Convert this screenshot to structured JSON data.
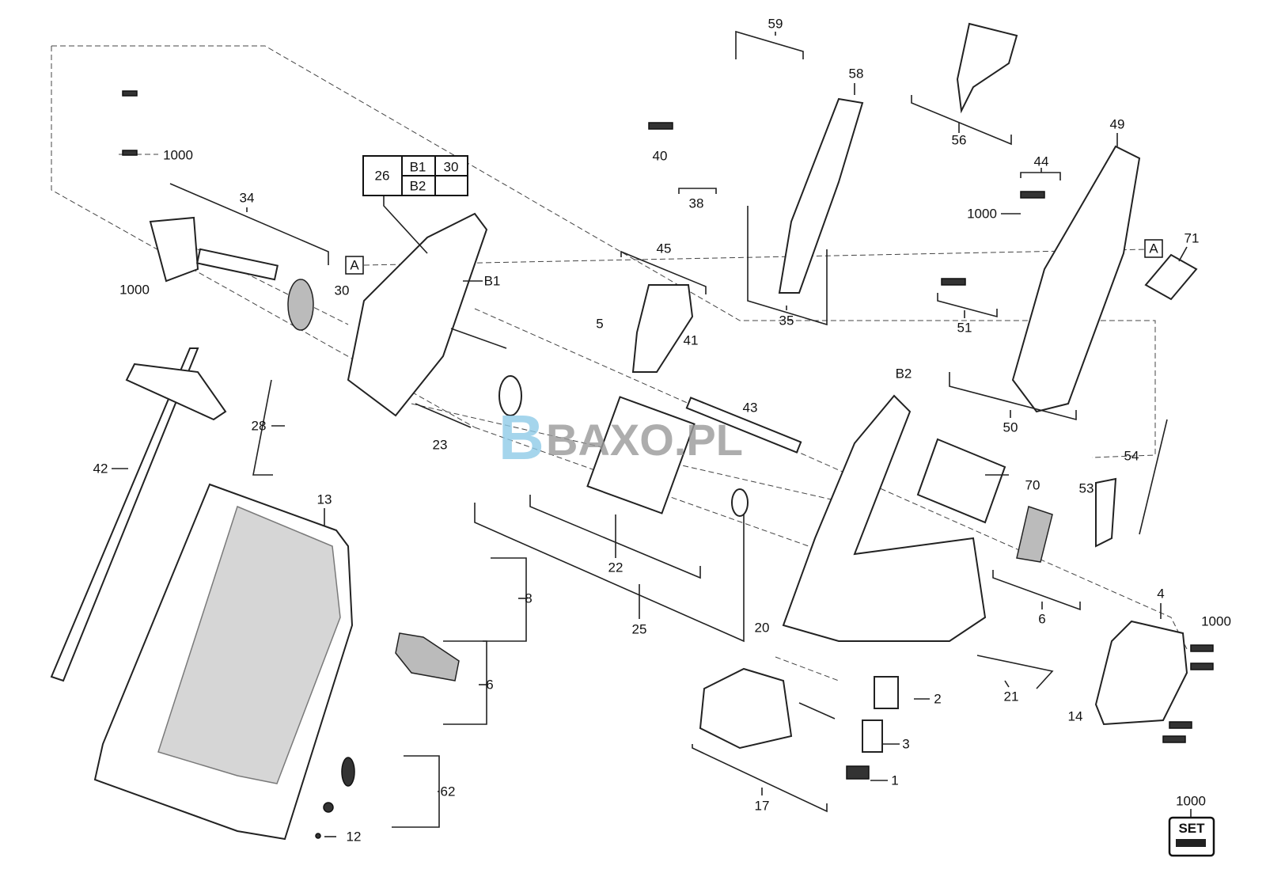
{
  "diagram": {
    "watermark": {
      "logo_letter": "B",
      "text": "BAXO.PL"
    },
    "set_icon_label": "SET",
    "callouts": [
      {
        "text": "59"
      },
      {
        "text": "58"
      },
      {
        "text": "56"
      },
      {
        "text": "49"
      },
      {
        "text": "44"
      },
      {
        "text": "1000"
      },
      {
        "text": "A"
      },
      {
        "text": "71"
      },
      {
        "text": "40"
      },
      {
        "text": "38"
      },
      {
        "text": "35"
      },
      {
        "text": "51"
      },
      {
        "text": "50"
      },
      {
        "text": "26"
      },
      {
        "text": "B1"
      },
      {
        "text": "30"
      },
      {
        "text": "B2"
      },
      {
        "text": "34"
      },
      {
        "text": "1000"
      },
      {
        "text": "1000"
      },
      {
        "text": "A"
      },
      {
        "text": "30"
      },
      {
        "text": "B1"
      },
      {
        "text": "45"
      },
      {
        "text": "5"
      },
      {
        "text": "41"
      },
      {
        "text": "43"
      },
      {
        "text": "B2"
      },
      {
        "text": "28"
      },
      {
        "text": "23"
      },
      {
        "text": "42"
      },
      {
        "text": "13"
      },
      {
        "text": "22"
      },
      {
        "text": "25"
      },
      {
        "text": "70"
      },
      {
        "text": "54"
      },
      {
        "text": "53"
      },
      {
        "text": "6"
      },
      {
        "text": "8"
      },
      {
        "text": "6"
      },
      {
        "text": "20"
      },
      {
        "text": "4"
      },
      {
        "text": "1000"
      },
      {
        "text": "2"
      },
      {
        "text": "21"
      },
      {
        "text": "14"
      },
      {
        "text": "3"
      },
      {
        "text": "1"
      },
      {
        "text": "17"
      },
      {
        "text": "62"
      },
      {
        "text": "12"
      },
      {
        "text": "1000"
      }
    ]
  }
}
